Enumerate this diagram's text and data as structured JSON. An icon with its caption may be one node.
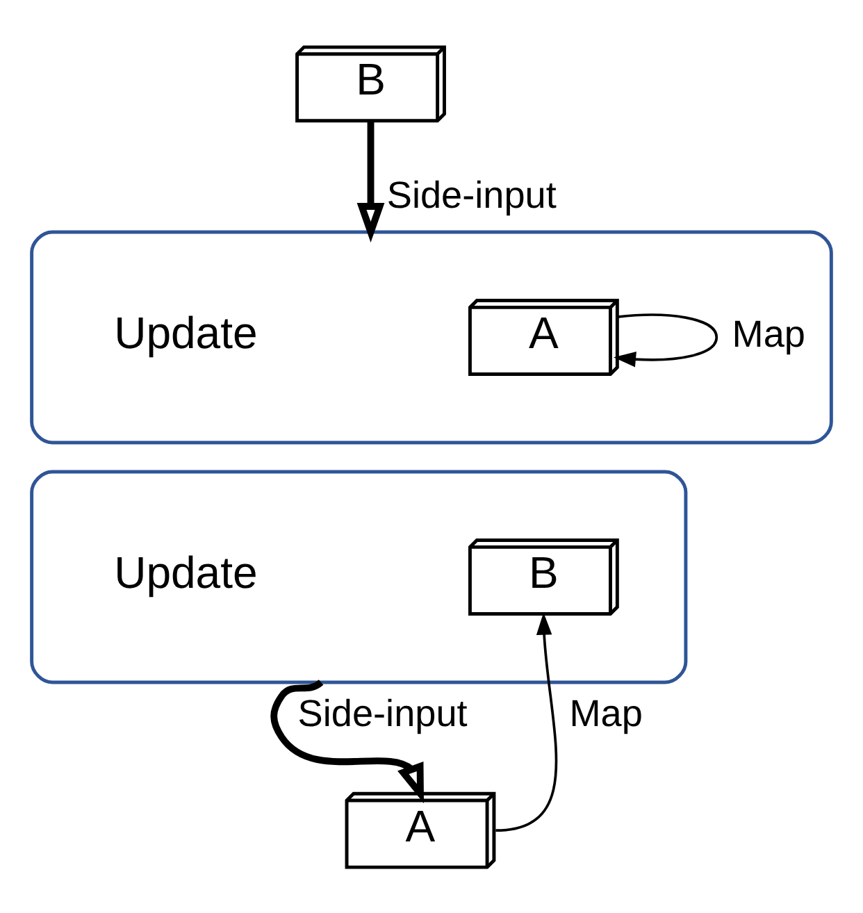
{
  "diagram": {
    "nodes": [
      {
        "text": [],
        "shape": "box"
      },
      {
        "text": [
          "A"
        ],
        "in": 0
      },
      {
        "text": [
          "B"
        ]
      },
      {
        "text": [],
        "shape": "box"
      },
      {
        "text": [
          "B"
        ],
        "in": 3
      },
      {
        "text": [
          "A"
        ]
      }
    ],
    "edges": [
      {
        "from": 2,
        "to": 0,
        "arrow": "to",
        "label": "Side-input",
        "style": "thick"
      },
      {
        "from": 1,
        "to": 1,
        "arrow": "to",
        "label": "Map"
      },
      {
        "from": 3,
        "to": 5,
        "arrow": "to",
        "label": "Side-input",
        "style": "thick"
      },
      {
        "from": 5,
        "to": 4,
        "arrow": "to",
        "label": "Map"
      }
    ],
    "labels": [
      "Update",
      "Update"
    ]
  }
}
